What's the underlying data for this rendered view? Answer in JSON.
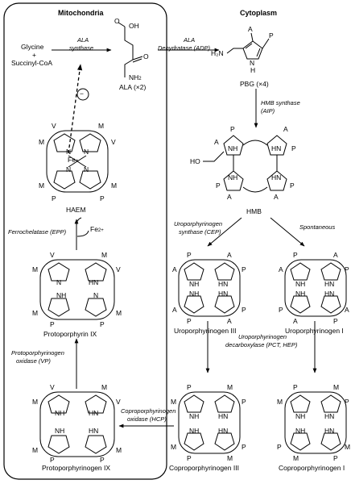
{
  "compartments": {
    "mitochondria": "Mitochondria",
    "cytoplasm": "Cytoplasm"
  },
  "substrates": {
    "glycine": "Glycine",
    "plus": "+",
    "succinyl": "Succinyl-CoA"
  },
  "enzymes": {
    "ala_synthase_1": "ALA",
    "ala_synthase_2": "synthase",
    "ala_dehydratase_1": "ALA",
    "ala_dehydratase_2": "Dehydratase (ADP)",
    "hmb_synthase_1": "HMB synthase",
    "hmb_synthase_2": "(AIP)",
    "uro_synthase_1": "Uroporphyrinogen",
    "uro_synthase_2": "synthase (CEP)",
    "spontaneous": "Spontaneous",
    "uro_decarboxylase_1": "Uroporphyrinogen",
    "uro_decarboxylase_2": "decarboxylase (PCT, HEP)",
    "copro_oxidase_1": "Coproporphyrinogen",
    "copro_oxidase_2": "oxidase (HCP)",
    "proto_oxidase_1": "Protoporphyrinogen",
    "proto_oxidase_2": "oxidase (VP)",
    "ferrochelatase": "Ferrochelatase (EPP)"
  },
  "compounds": {
    "ala": "ALA (×2)",
    "pbg": "PBG (×4)",
    "hmb": "HMB",
    "uro3": "Uroporphyrinogen III",
    "uro1": "Uroporphyrinogen I",
    "copro3": "Coproporphyrinogen III",
    "copro1": "Coproporphyrinogen I",
    "protogen": "Protoporphyrinogen IX",
    "protoporphyrin": "Protoporphyrin IX",
    "haem": "HAEM"
  },
  "atoms": {
    "oh": "OH",
    "o": "O",
    "nh2": "NH",
    "nh2_sub": "2",
    "h2n": "H₂N",
    "n": "N",
    "h": "H",
    "nh": "NH",
    "hn": "HN",
    "ho": "HO",
    "fe": "Fe",
    "fe_sup": "+",
    "fe2": "Fe",
    "fe2_sup": "2+",
    "minus": "−",
    "a": "A",
    "p": "P",
    "m": "M",
    "v": "V"
  }
}
